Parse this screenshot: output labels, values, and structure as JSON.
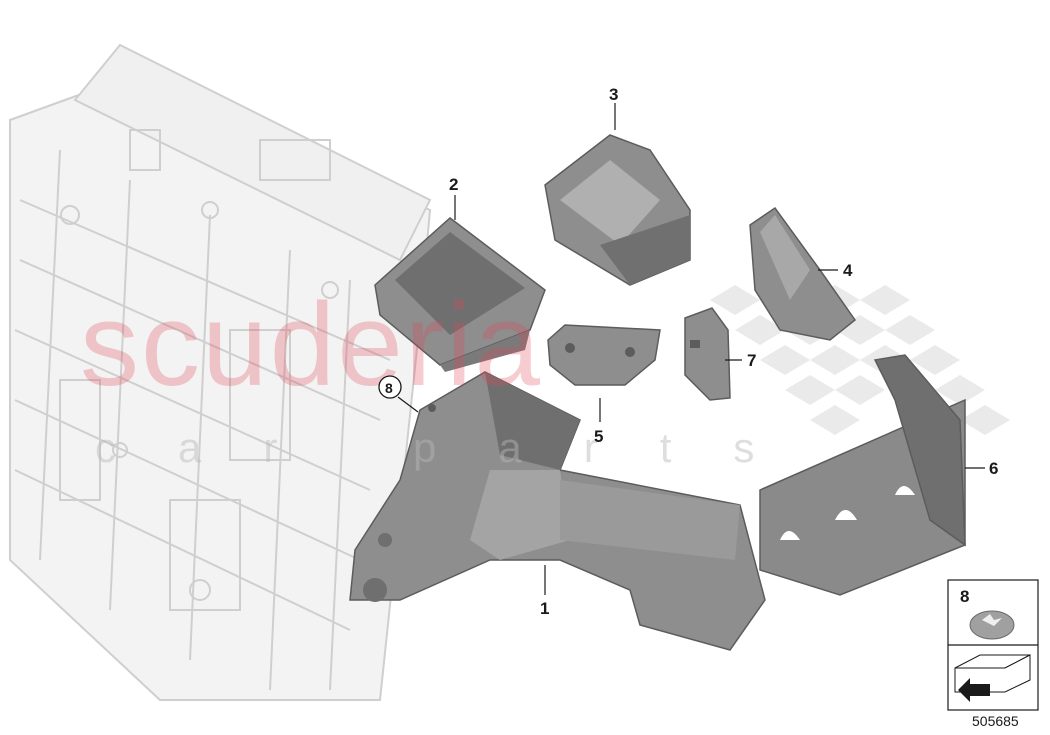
{
  "diagram": {
    "callouts": {
      "c1": "1",
      "c2": "2",
      "c3": "3",
      "c4": "4",
      "c5": "5",
      "c6": "6",
      "c7": "7",
      "c8": "8"
    },
    "legend": {
      "part_number": "8"
    },
    "reference_number": "505685",
    "watermark": {
      "brand": "scuderia",
      "subtitle": "car parts"
    },
    "colors": {
      "part_fill": "#8e8e8e",
      "part_dark": "#6f6f6f",
      "part_light": "#b4b4b4",
      "ghost": "#d6d6d6",
      "watermark_red": "#e04a5a"
    }
  }
}
